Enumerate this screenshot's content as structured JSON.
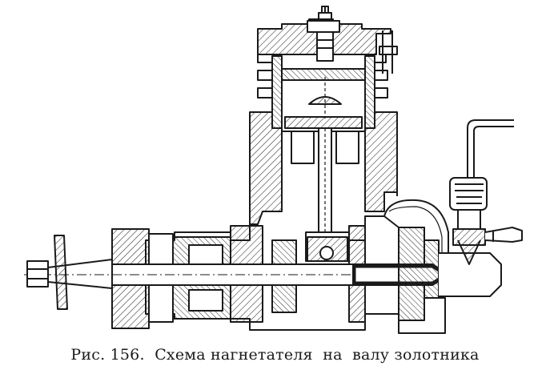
{
  "figure": {
    "caption_prefix": "Рис. 156.",
    "caption_text": "Схема нагнетателя  на  валу золотника"
  },
  "colors": {
    "ink": "#1a1a1a",
    "paper": "#ffffff",
    "hatch": "#3a3a3a"
  },
  "icons": [
    "cylinder-head",
    "cooling-fins",
    "piston",
    "connecting-rod",
    "crankshaft",
    "spool-valve-shaft",
    "nozzle",
    "fuel-cup",
    "fuel-pipe",
    "hex-nut",
    "flywheel-disc"
  ]
}
